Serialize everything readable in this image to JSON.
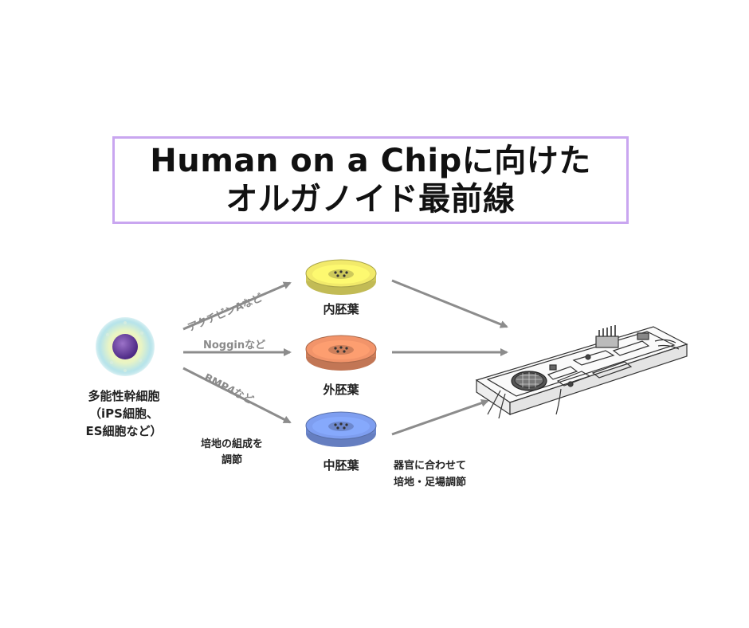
{
  "title": {
    "line1": "Human on a Chipに向けた",
    "line2": "オルガノイド最前線"
  },
  "stem_cell": {
    "label_line1": "多能性幹細胞",
    "label_line2": "（iPS細胞、",
    "label_line3": "ES細胞など）"
  },
  "arrows": {
    "top": "アクチビンAなど",
    "middle": "Nogginなど",
    "bottom": "BMP4など"
  },
  "germ_layers": [
    {
      "label": "内胚葉",
      "color": "#f2ea6a"
    },
    {
      "label": "外胚葉",
      "color": "#f2946a"
    },
    {
      "label": "中胚葉",
      "color": "#7e9ef0"
    }
  ],
  "culture_note": {
    "line1": "培地の組成を",
    "line2": "調節"
  },
  "organ_note": {
    "line1": "器官に合わせて",
    "line2": "培地・足場調節"
  },
  "colors": {
    "title_border": "#c9a6f0",
    "arrow": "#8c8c8c",
    "stem_nucleus": "#6a3fa0",
    "stem_halo": "#8fd3dc"
  }
}
